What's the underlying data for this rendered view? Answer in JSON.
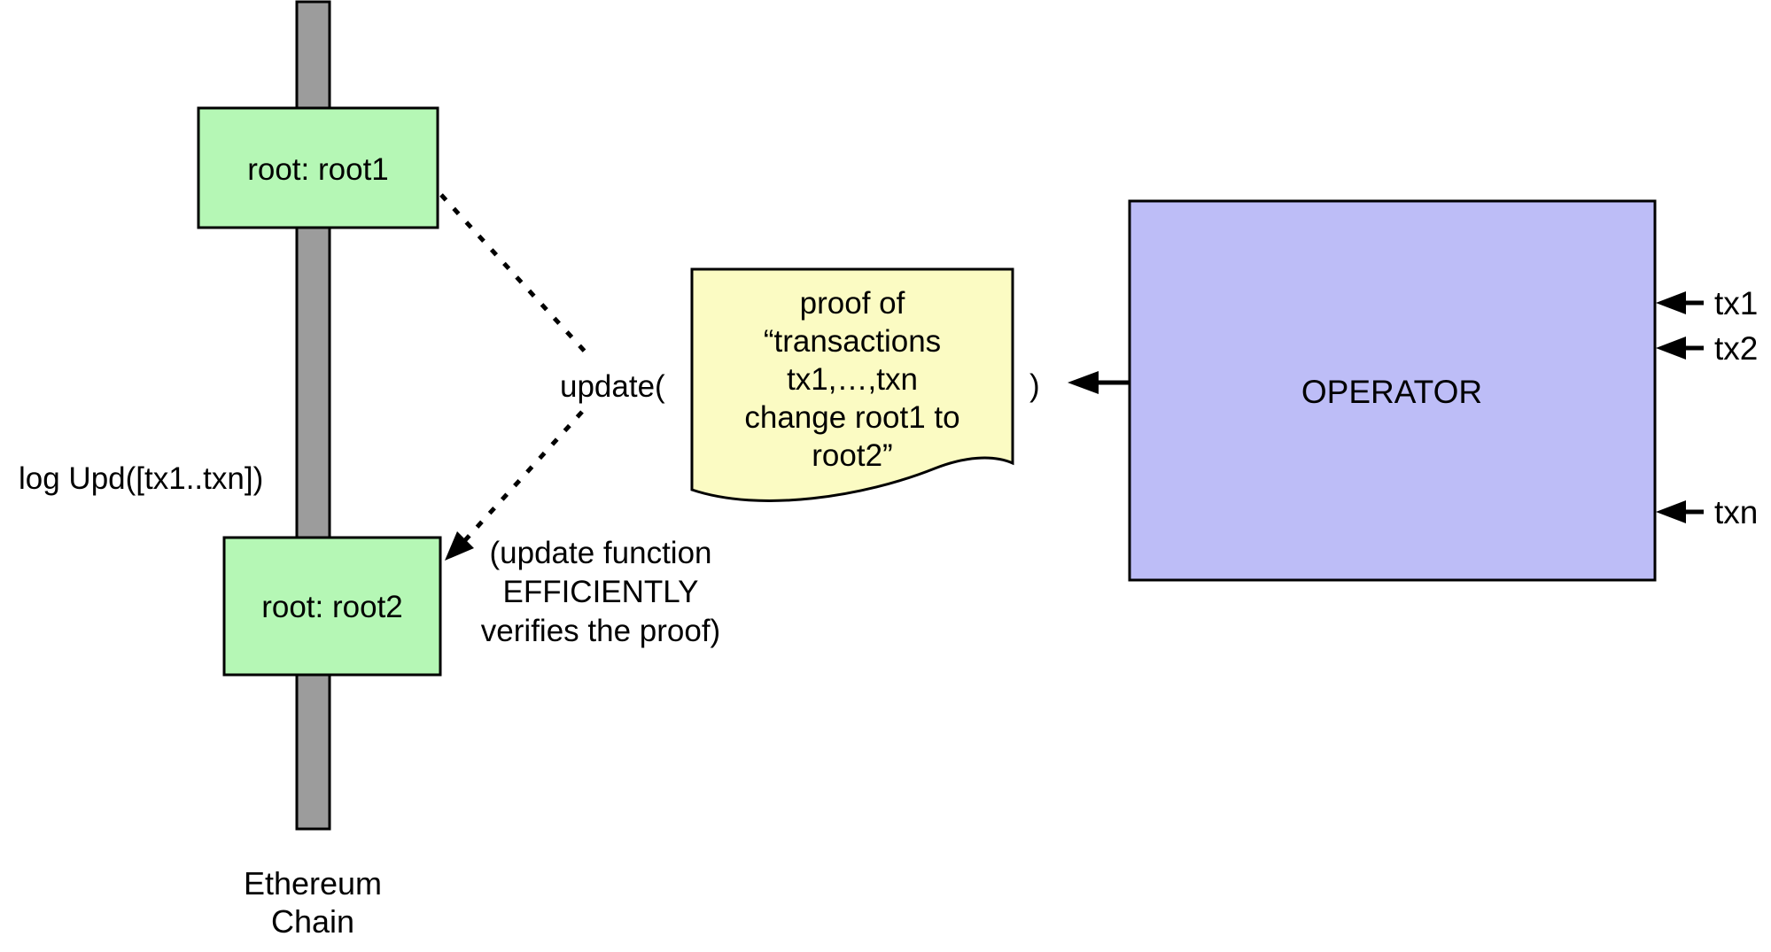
{
  "colors": {
    "block_green": "#b5f7b5",
    "operator_purple": "#bdbdf7",
    "note_yellow": "#fbfbc3",
    "chain_gray": "#9c9c9c"
  },
  "chain": {
    "block1_label": "root: root1",
    "block2_label": "root: root2",
    "log_label": "log Upd([tx1..txn])",
    "caption_line1": "Ethereum",
    "caption_line2": "Chain"
  },
  "update_call": {
    "function_prefix": "update(",
    "closing_paren": ")",
    "note_lines": [
      "proof of",
      "“transactions",
      "tx1,…,txn",
      "change root1 to",
      "root2”"
    ],
    "verify_note_lines": [
      "(update function",
      "EFFICIENTLY",
      "verifies the proof)"
    ]
  },
  "operator": {
    "label": "OPERATOR",
    "input_labels": [
      "tx1",
      "tx2",
      "txn"
    ]
  }
}
